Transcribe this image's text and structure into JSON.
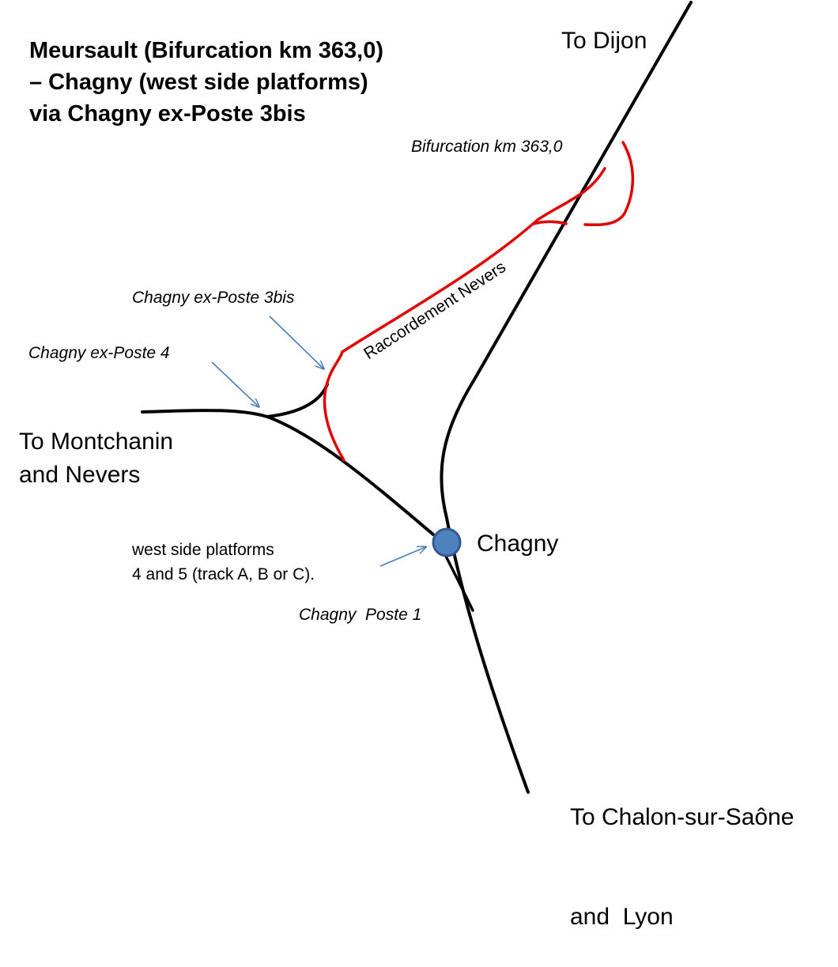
{
  "title": {
    "line1": "Meursault (Bifurcation km 363,0)",
    "line2": "– Chagny (west side platforms)",
    "line3": "via Chagny ex-Poste 3bis"
  },
  "labels": {
    "to_dijon": "To Dijon",
    "bifurcation": "Bifurcation km 363,0",
    "raccordement": "Raccordement Nevers",
    "poste_3bis": "Chagny ex-Poste 3bis",
    "poste_4": "Chagny ex-Poste 4",
    "to_montchanin_line1": "To Montchanin",
    "to_montchanin_line2": "and Nevers",
    "chagny": "Chagny",
    "platforms_line1": "west side platforms",
    "platforms_line2": "4 and 5 (track A, B or C).",
    "poste_1": "Chagny  Poste 1",
    "to_chalon_line1": "To Chalon-sur-Saône",
    "to_chalon_line2": "and  Lyon"
  },
  "colors": {
    "main_line": "#000000",
    "raccordement_line": "#e00000",
    "station": "#4f81bd",
    "station_outline": "#2f5a8f",
    "pointer_arrow": "#4a7ebb"
  }
}
